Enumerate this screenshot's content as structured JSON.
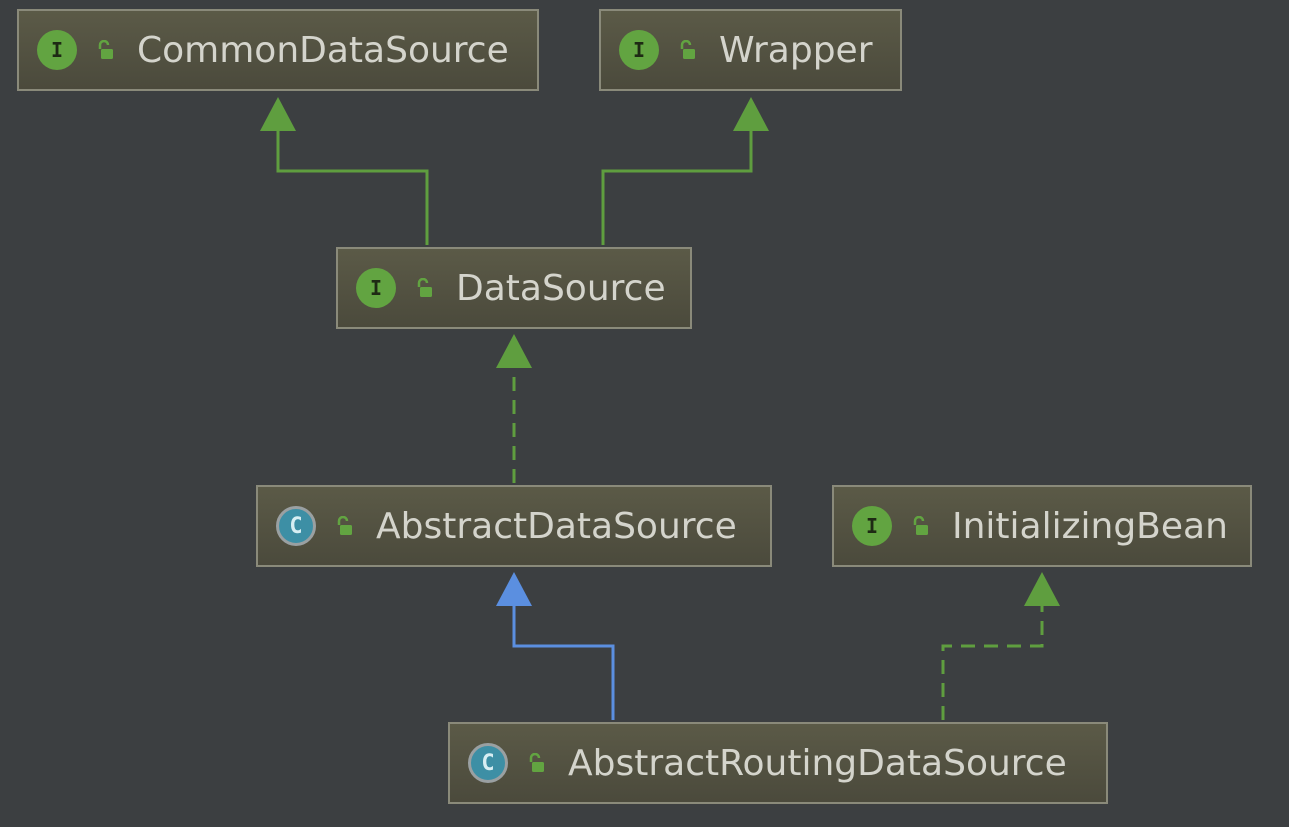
{
  "nodes": [
    {
      "id": "common-data-source",
      "kind": "interface",
      "kind_letter": "I",
      "label": "CommonDataSource"
    },
    {
      "id": "wrapper",
      "kind": "interface",
      "kind_letter": "I",
      "label": "Wrapper"
    },
    {
      "id": "data-source",
      "kind": "interface",
      "kind_letter": "I",
      "label": "DataSource"
    },
    {
      "id": "abstract-data-source",
      "kind": "class",
      "kind_letter": "C",
      "label": "AbstractDataSource"
    },
    {
      "id": "initializing-bean",
      "kind": "interface",
      "kind_letter": "I",
      "label": "InitializingBean"
    },
    {
      "id": "abstract-routing-data-source",
      "kind": "class",
      "kind_letter": "C",
      "label": "AbstractRoutingDataSource"
    }
  ],
  "edges": [
    {
      "from": "data-source",
      "to": "common-data-source",
      "type": "extends-interface"
    },
    {
      "from": "data-source",
      "to": "wrapper",
      "type": "extends-interface"
    },
    {
      "from": "abstract-data-source",
      "to": "data-source",
      "type": "implements"
    },
    {
      "from": "abstract-routing-data-source",
      "to": "abstract-data-source",
      "type": "extends-class"
    },
    {
      "from": "abstract-routing-data-source",
      "to": "initializing-bean",
      "type": "implements"
    }
  ],
  "colors": {
    "background": "#3c3f41",
    "node_fill": "#55543f",
    "node_border": "#8a8a7a",
    "interface_badge": "#62a441",
    "class_badge": "#3d8fa5",
    "edge_interface": "#5f9e3f",
    "edge_class": "#5b8fe0",
    "lock": "#62a441",
    "label_text": "#d4d4cc"
  },
  "icons": {
    "interface": "interface-badge-icon",
    "class": "class-badge-icon",
    "visibility": "open-lock-icon"
  }
}
